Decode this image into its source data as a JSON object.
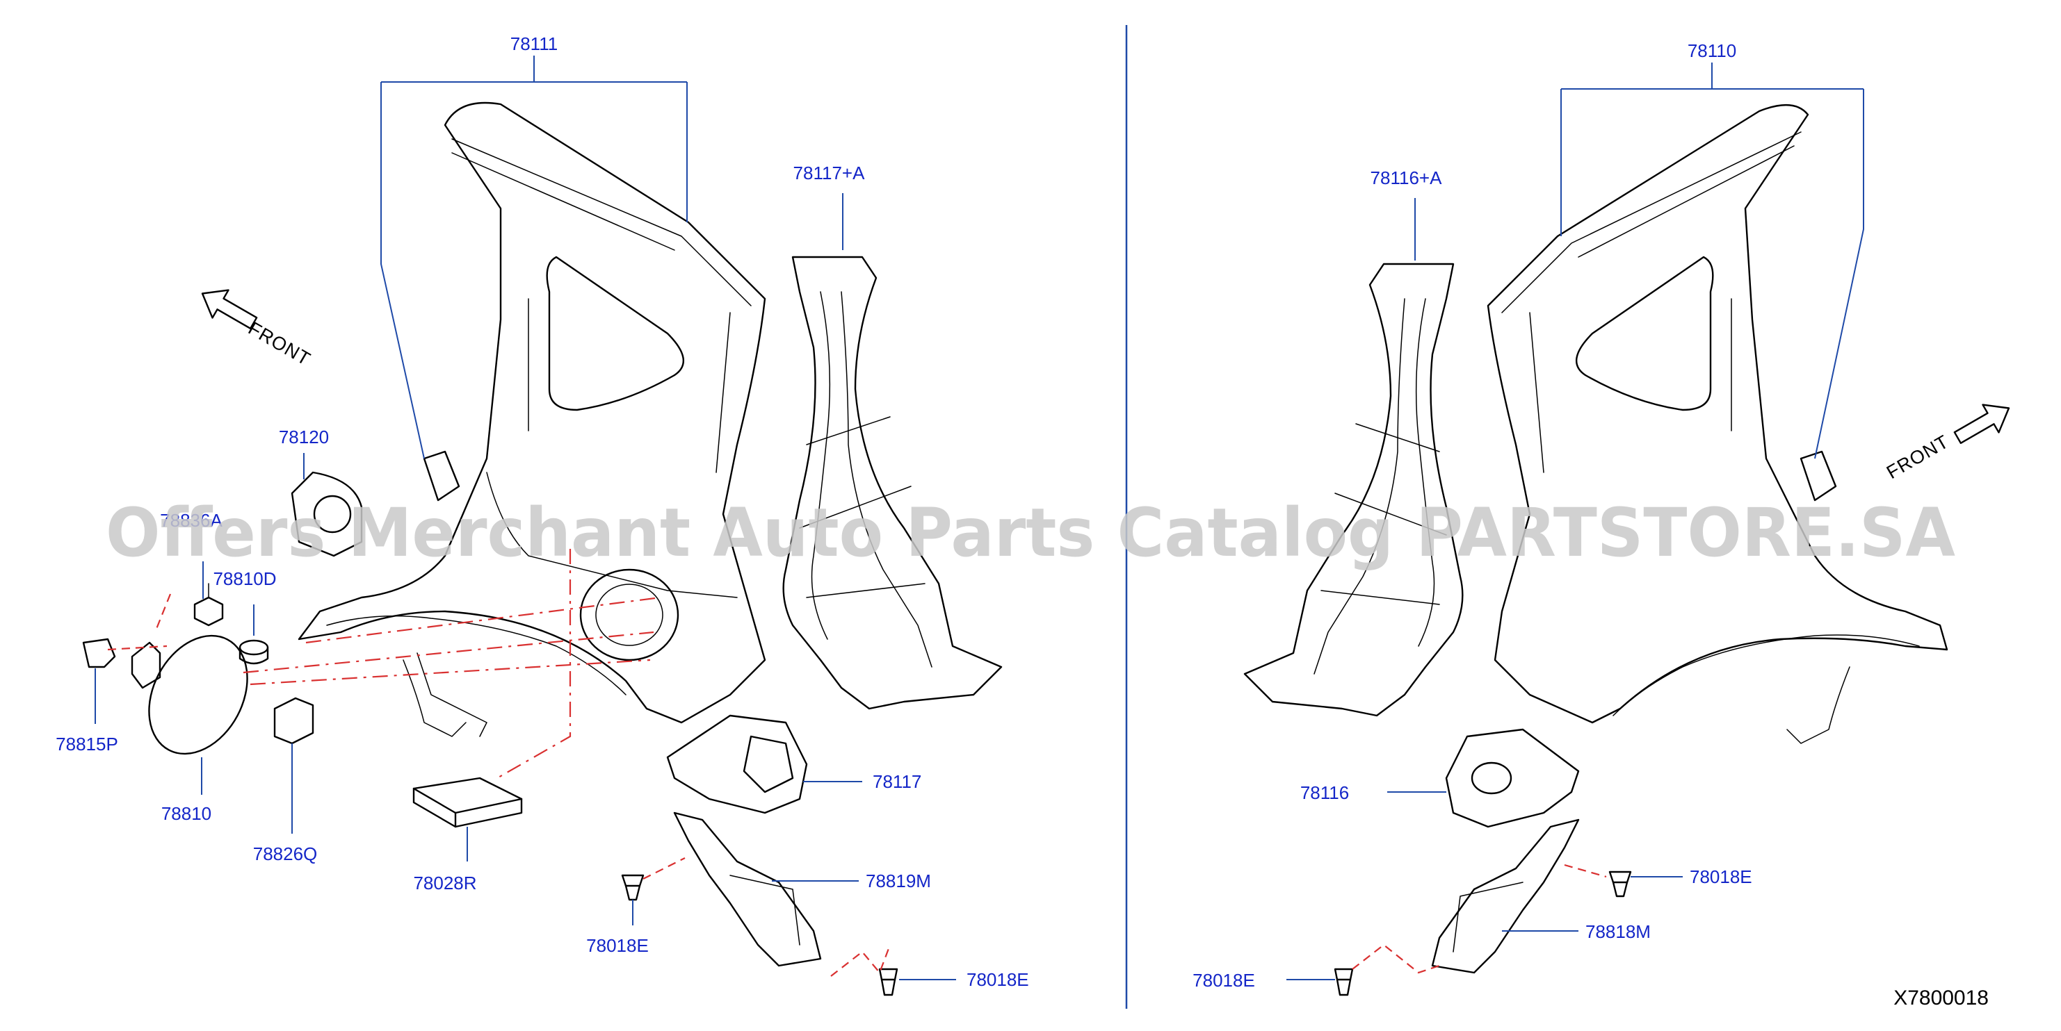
{
  "labels": {
    "p78111": "78111",
    "p78117A": "78117+A",
    "p78120": "78120",
    "p78836A": "78836A",
    "p78810D": "78810D",
    "p78815P": "78815P",
    "p78810": "78810",
    "p78826Q": "78826Q",
    "p78028R": "78028R",
    "p78117": "78117",
    "p78819M": "78819M",
    "p78018E_left1": "78018E",
    "p78018E_left2": "78018E",
    "p78110": "78110",
    "p78116A": "78116+A",
    "p78116": "78116",
    "p78018E_right1": "78018E",
    "p78818M": "78818M",
    "p78018E_right2": "78018E"
  },
  "front_left": "FRONT",
  "front_right": "FRONT",
  "diagram_id": "X7800018",
  "watermark": "Offers Merchant Auto Parts Catalog PARTSTORE.SA",
  "colors": {
    "leader": "#1f4aa8",
    "label": "#1426c8",
    "dash": "#d93030",
    "line": "#000000"
  }
}
